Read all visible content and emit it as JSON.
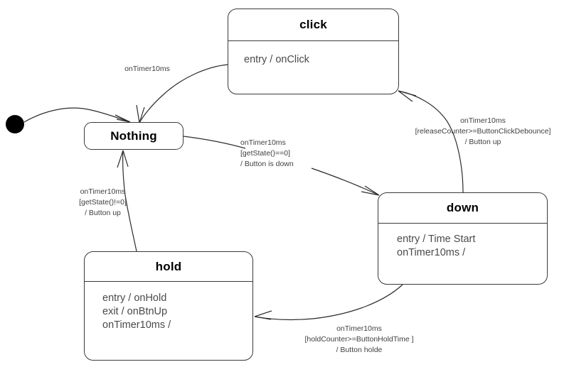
{
  "diagram": {
    "type": "uml-state-machine",
    "title": "",
    "colors": {
      "stroke": "#3a3a3a",
      "text": "#000000",
      "body_text": "#4a4a4a",
      "label_text": "#3f3f3f",
      "background": "#ffffff",
      "initial_node": "#000000"
    },
    "initial_node": {
      "name": "initial-pseudostate",
      "label": ""
    },
    "states": [
      {
        "id": "nothing",
        "title": "Nothing",
        "body": ""
      },
      {
        "id": "click",
        "title": "click",
        "body": "entry / onClick"
      },
      {
        "id": "down",
        "title": "down",
        "body": "entry / Time Start\nonTimer10ms /"
      },
      {
        "id": "hold",
        "title": "hold",
        "body": "entry / onHold\nexit / onBtnUp\nonTimer10ms /"
      }
    ],
    "transitions": [
      {
        "id": "start-to-nothing",
        "from": "initial",
        "to": "nothing",
        "label": ""
      },
      {
        "id": "click-to-nothing",
        "from": "click",
        "to": "nothing",
        "label": "onTimer10ms"
      },
      {
        "id": "nothing-to-down",
        "from": "nothing",
        "to": "down",
        "label": "onTimer10ms\n[getState()==0]\n/ Button is down"
      },
      {
        "id": "down-to-click",
        "from": "down",
        "to": "click",
        "label": "onTimer10ms\n[releaseCounter>=ButtonClickDebounce]\n/ Button up"
      },
      {
        "id": "down-to-hold",
        "from": "down",
        "to": "hold",
        "label": "onTimer10ms\n[holdCounter>=ButtonHoldTime ]\n/ Button holde"
      },
      {
        "id": "hold-to-nothing",
        "from": "hold",
        "to": "nothing",
        "label": "onTimer10ms\n[getState()!=0]\n/ Button up"
      }
    ]
  }
}
